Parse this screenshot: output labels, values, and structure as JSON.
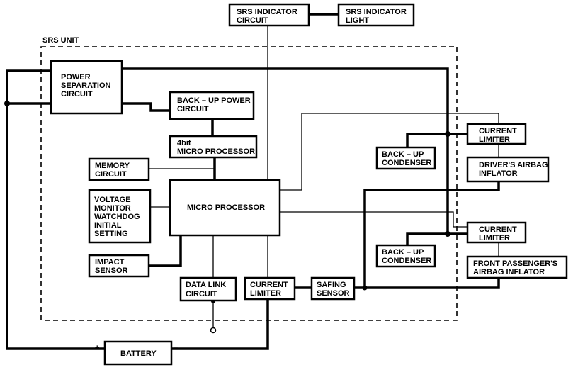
{
  "unit_label": "SRS UNIT",
  "boxes": {
    "srs_indicator_circuit": [
      "SRS INDICATOR",
      "CIRCUIT"
    ],
    "srs_indicator_light": [
      "SRS INDICATOR",
      "LIGHT"
    ],
    "power_separation": [
      "POWER",
      "SEPARATION",
      "CIRCUIT"
    ],
    "backup_power": [
      "BACK – UP POWER",
      "CIRCUIT"
    ],
    "micro_4bit": [
      "4bit",
      "MICRO PROCESSOR"
    ],
    "memory": [
      "MEMORY",
      "CIRCUIT"
    ],
    "voltage_monitor": [
      "VOLTAGE",
      "MONITOR",
      "WATCHDOG",
      "INITIAL",
      "SETTING"
    ],
    "micro_processor": [
      "MICRO PROCESSOR"
    ],
    "impact_sensor": [
      "IMPACT",
      "SENSOR"
    ],
    "data_link": [
      "DATA LINK",
      "CIRCUIT"
    ],
    "current_limiter_bottom": [
      "CURRENT",
      "LIMITER"
    ],
    "safing_sensor": [
      "SAFING",
      "SENSOR"
    ],
    "current_limiter_1": [
      "CURRENT",
      "LIMITER"
    ],
    "backup_condenser_1": [
      "BACK – UP",
      "CONDENSER"
    ],
    "driver_airbag": [
      "DRIVER'S AIRBAG",
      "INFLATOR"
    ],
    "current_limiter_2": [
      "CURRENT",
      "LIMITER"
    ],
    "backup_condenser_2": [
      "BACK – UP",
      "CONDENSER"
    ],
    "passenger_airbag": [
      "FRONT PASSENGER'S",
      "AIRBAG INFLATOR"
    ],
    "battery": [
      "BATTERY"
    ]
  },
  "battery_plus": "+",
  "battery_minus": "–"
}
